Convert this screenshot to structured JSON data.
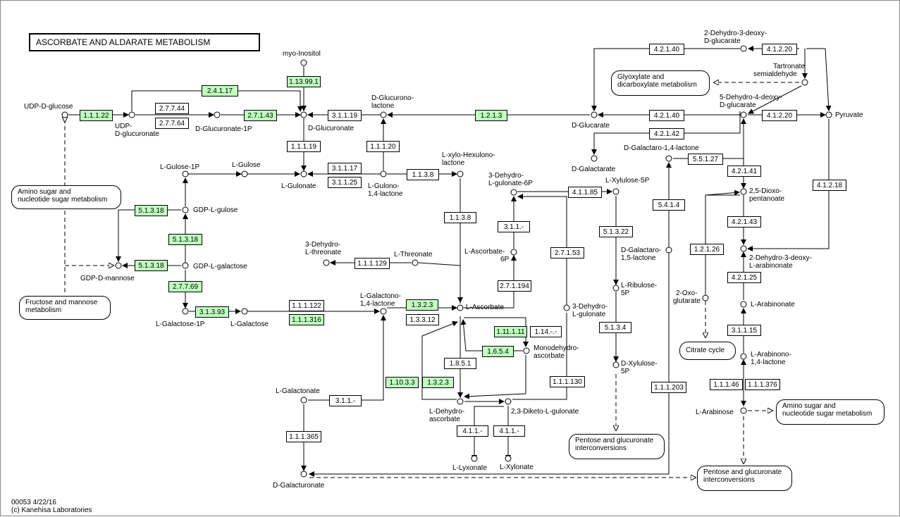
{
  "title": "ASCORBATE AND ALDARATE METABOLISM",
  "footer": {
    "code": "00053 4/22/16",
    "copyright": "(c) Kanehisa Laboratories"
  },
  "colors": {
    "gene_highlight": "#bfffbf",
    "line": "#000000"
  },
  "compounds": {
    "udp_glucose": "UDP-D-glucose",
    "udp_glucuronate_1": "UDP-",
    "udp_glucuronate_2": "D-glucuronate",
    "myo_inositol": "myo-Inositol",
    "glucuronolactone_1": "D-Glucurono-",
    "glucuronolactone_2": "lactone",
    "glucuronate_1p": "D-Glucuronate-1P",
    "d_glucuronate": "D-Glucuronate",
    "l_gulose_1p": "L-Gulose-1P",
    "l_gulose": "L-Gulose",
    "l_gulonate": "L-Gulonate",
    "l_gulonolactone_1": "L-Gulono-",
    "l_gulonolactone_2": "1,4-lactone",
    "xylo_hexulonolactone_1": "L-xylo-Hexulono-",
    "xylo_hexulonolactone_2": "lactone",
    "gdp_l_gulose": "GDP-L-gulose",
    "gdp_l_galactose": "GDP-L-galactose",
    "gdp_d_mannose": "GDP-D-mannose",
    "l_galactose_1p": "L-Galactose-1P",
    "l_galactose": "L-Galactose",
    "dehydro_threonate_1": "3-Dehydro-",
    "dehydro_threonate_2": "L-threonate",
    "l_threonate": "L-Threonate",
    "galactonolactone_1": "L-Galactono-",
    "galactonolactone_2": "1,4-lactone",
    "l_ascorbate": "L-Ascorbate",
    "l_galactonate": "L-Galactonate",
    "d_galacturonate": "D-Galacturonate",
    "dehydro_gulonate6p_1": "3-Dehydro-",
    "dehydro_gulonate6p_2": "L-gulonate-6P",
    "ascorbate6p_1": "L-Ascorbate-",
    "ascorbate6p_2": "6P",
    "monodehydroascorbate_1": "Monodehydro-",
    "monodehydroascorbate_2": "ascorbate",
    "dehydro_gulonate_1": "3-Dehydro-",
    "dehydro_gulonate_2": "L-gulonate",
    "l_dehydroascorbate_1": "L-Dehydro-",
    "l_dehydroascorbate_2": "ascorbate",
    "diketo_gulonate": "2,3-Diketo-L-gulonate",
    "l_lyxonate": "L-Lyxonate",
    "l_xylonate": "L-Xylonate",
    "l_xylulose_5p": "L-Xylulose-5P",
    "galactaro_15_1": "D-Galactaro-",
    "galactaro_15_2": "1,5-lactone",
    "l_ribulose_5p_1": "L-Ribulose-",
    "l_ribulose_5p_2": "5P",
    "d_xylulose_5p_1": "D-Xylulose-",
    "d_xylulose_5p_2": "5P",
    "d_glucarate": "D-Glucarate",
    "d_galactarate": "D-Galactarate",
    "galactaro_14": "D-Galactaro-1,4-lactone",
    "dehydro_deoxy_glucarate_1": "2-Dehydro-3-deoxy-",
    "dehydro_deoxy_glucarate_2": "D-glucarate",
    "tartronate_1": "Tartronate",
    "tartronate_2": "semialdehyde",
    "dehydro_deoxy_glucarate5_1": "5-Dehydro-4-deoxy-",
    "dehydro_deoxy_glucarate5_2": "D-glucarate",
    "pyruvate": "Pyruvate",
    "dioxopentanoate_1": "2,5-Dioxo-",
    "dioxopentanoate_2": "pentanoate",
    "oxoglutarate_1": "2-Oxo-",
    "oxoglutarate_2": "glutarate",
    "dehydro_arabinonate_1": "2-Dehydro-3-deoxy-",
    "dehydro_arabinonate_2": "L-arabinonate",
    "l_arabinonate": "L-Arabinonate",
    "arabinonolactone_1": "L-Arabinono-",
    "arabinonolactone_2": "1,4-lactone",
    "l_arabinose": "L-Arabinose"
  },
  "maps": {
    "glyoxylate_1": "Glyoxylate and",
    "glyoxylate_2": "dicarboxylate metabolism",
    "amino_sugar_left_1": "Amino sugar and",
    "amino_sugar_left_2": "nucleotide sugar metabolism",
    "fructose_1": "Fructose and mannose",
    "fructose_2": "metabolism",
    "pentose_mid_1": "Pentose and glucuronate",
    "pentose_mid_2": "interconversions",
    "citrate": "Citrate cycle",
    "amino_sugar_right_1": "Amino sugar and",
    "amino_sugar_right_2": "nucleotide sugar metabolism",
    "pentose_right_1": "Pentose and glucuronate",
    "pentose_right_2": "interconversions"
  },
  "enzymes": [
    {
      "label": "1.1.1.22",
      "green": true
    },
    {
      "label": "2.4.1.17",
      "green": true
    },
    {
      "label": "2.7.7.44",
      "green": false
    },
    {
      "label": "2.7.7.64",
      "green": false
    },
    {
      "label": "2.7.1.43",
      "green": true
    },
    {
      "label": "1.13.99.1",
      "green": true
    },
    {
      "label": "3.1.1.19",
      "green": false
    },
    {
      "label": "1.2.1.3",
      "green": true
    },
    {
      "label": "1.1.1.19",
      "green": false
    },
    {
      "label": "1.1.1.20",
      "green": false
    },
    {
      "label": "3.1.1.17",
      "green": false
    },
    {
      "label": "3.1.1.25",
      "green": false
    },
    {
      "label": "1.1.3.8",
      "green": false
    },
    {
      "label": "5.1.3.18",
      "green": true
    },
    {
      "label": "5.1.3.18",
      "green": true
    },
    {
      "label": "5.1.3.18",
      "green": true
    },
    {
      "label": "2.7.7.69",
      "green": true
    },
    {
      "label": "3.1.3.93",
      "green": true
    },
    {
      "label": "1.1.3.8",
      "green": false
    },
    {
      "label": "1.1.1.129",
      "green": false
    },
    {
      "label": "1.1.1.122",
      "green": false
    },
    {
      "label": "1.1.1.316",
      "green": true
    },
    {
      "label": "1.3.2.3",
      "green": true
    },
    {
      "label": "1.3.3.12",
      "green": false
    },
    {
      "label": "3.1.1.-",
      "green": false
    },
    {
      "label": "1.1.1.365",
      "green": false
    },
    {
      "label": "4.1.1.85",
      "green": false
    },
    {
      "label": "3.1.1.-",
      "green": false
    },
    {
      "label": "2.7.1.53",
      "green": false
    },
    {
      "label": "2.7.1.194",
      "green": false
    },
    {
      "label": "1.11.1.11",
      "green": true
    },
    {
      "label": "1.14.-.-",
      "green": false
    },
    {
      "label": "1.6.5.4",
      "green": true
    },
    {
      "label": "1.8.5.1",
      "green": false
    },
    {
      "label": "1.10.3.3",
      "green": true
    },
    {
      "label": "1.3.2.3",
      "green": true
    },
    {
      "label": "1.1.1.130",
      "green": false
    },
    {
      "label": "4.1.1.-",
      "green": false
    },
    {
      "label": "4.1.1.-",
      "green": false
    },
    {
      "label": "5.1.3.22",
      "green": false
    },
    {
      "label": "5.1.3.4",
      "green": false
    },
    {
      "label": "5.4.1.4",
      "green": false
    },
    {
      "label": "1.1.1.203",
      "green": false
    },
    {
      "label": "4.2.1.40",
      "green": false
    },
    {
      "label": "4.2.1.40",
      "green": false
    },
    {
      "label": "4.2.1.42",
      "green": false
    },
    {
      "label": "5.5.1.27",
      "green": false
    },
    {
      "label": "4.1.2.20",
      "green": false
    },
    {
      "label": "4.1.2.20",
      "green": false
    },
    {
      "label": "4.2.1.41",
      "green": false
    },
    {
      "label": "4.1.2.18",
      "green": false
    },
    {
      "label": "4.2.1.43",
      "green": false
    },
    {
      "label": "1.2.1.26",
      "green": false
    },
    {
      "label": "4.2.1.25",
      "green": false
    },
    {
      "label": "3.1.1.15",
      "green": false
    },
    {
      "label": "1.1.1.46",
      "green": false
    },
    {
      "label": "1.1.1.376",
      "green": false
    }
  ]
}
